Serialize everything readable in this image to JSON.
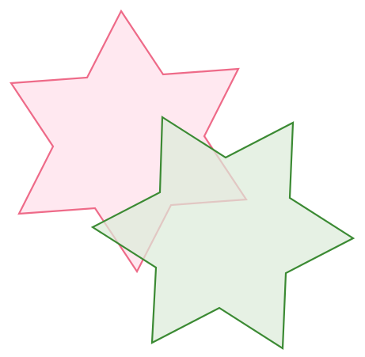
{
  "figure": {
    "background": "#ffffff",
    "shapes": [
      {
        "name": "pink-star",
        "kind": "six-pointed star",
        "points": 6,
        "fill": "#ffe6ee",
        "fill_opacity": 0.9,
        "stroke": "#ee6a88"
      },
      {
        "name": "green-star",
        "kind": "six-pointed star",
        "points": 6,
        "fill": "#dcebd9",
        "fill_opacity": 0.72,
        "stroke": "#3b8a33"
      }
    ]
  }
}
